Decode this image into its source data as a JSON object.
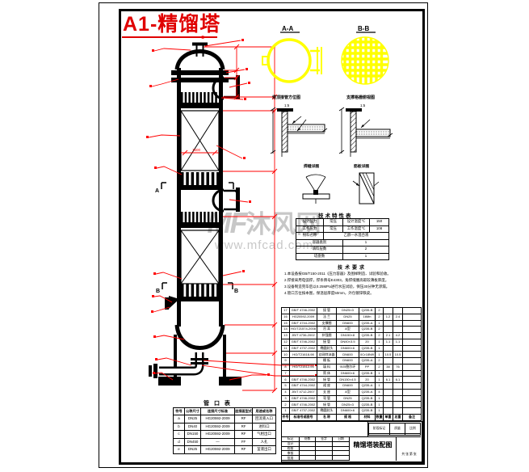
{
  "title": "A1-精馏塔",
  "watermark": {
    "logo": "MF",
    "brand": "沐风网",
    "url": "www.mfcad.com"
  },
  "sections": {
    "aa_label": "A-A",
    "bb_label": "B-B",
    "aa_caption": "塔顶接管方位图",
    "bb_caption": "支撑格栅俯视图",
    "aa_scale": "1:5",
    "bb_scale": "1:5",
    "weld_left_caption": "焊缝详图",
    "weld_right_caption": "筋板详图"
  },
  "markers": {
    "a": "A",
    "b": "B",
    "c": "C"
  },
  "dims": {
    "packing_dia": "1600"
  },
  "tech_table": {
    "title": "技术特性表",
    "widths": [
      34,
      24,
      33,
      24
    ],
    "rows": [
      [
        "设计压力",
        "常压",
        "设计温度℃",
        "150"
      ],
      [
        "工作压力",
        "常压",
        "工作温度℃",
        "108"
      ],
      [
        "物料名称",
        {
          "t": "乙醇—水混合液",
          "s": 3
        }
      ],
      [
        {
          "t": "容器类别",
          "s": 2
        },
        {
          "t": "1",
          "s": 2
        }
      ],
      [
        {
          "t": "填料层数",
          "s": 2
        },
        {
          "t": "2",
          "s": 2
        }
      ],
      [
        {
          "t": "塔盘数",
          "s": 2
        },
        {
          "t": "1",
          "s": 2
        }
      ]
    ]
  },
  "notes": {
    "title": "技术要求",
    "lines": [
      "1.本设备按GB/T150-2011《压力容器》及图样制造、试验和验收。",
      "2.焊接采用电弧焊，焊条牌号E4303，角焊缝腰高取较薄板厚度。",
      "3.设备制造完毕后以0.25MPa进行水压试验，保压30分钟无渗漏。",
      "4.管口方位按本图，保温层厚度50mm，外包镀锌铁皮。"
    ]
  },
  "bom": {
    "widths": [
      10,
      34,
      24,
      28,
      20,
      10,
      12,
      12,
      23
    ],
    "header": [
      "件号",
      "标准号或图号",
      "名 称",
      "规 格",
      "材料",
      "数量",
      "单重",
      "总重",
      "备注"
    ],
    "rows": [
      [
        "17",
        "GB/T 4746-2002",
        "接 管",
        "DN25×3",
        "Q235-B",
        "2",
        "",
        "",
        ""
      ],
      [
        "16",
        "HG20592-2009",
        "法 兰",
        "DN25",
        "16Mn",
        "2",
        "1.2",
        "2.4",
        ""
      ],
      [
        "15",
        "GB/T 4744-2002",
        "支撑圈",
        "DN600",
        "Q235-A",
        "1",
        "",
        "",
        ""
      ],
      [
        "14",
        "HG/T21574-2008",
        "吊 耳",
        "A型",
        "Q235-B",
        "2",
        "",
        "",
        ""
      ],
      [
        "13",
        "JB/T 4736-2002",
        "补强圈",
        "DN150×8",
        "Q235-B",
        "2",
        "2.1",
        "4.2",
        ""
      ],
      [
        "12",
        "GB/T 4746-2002",
        "接 管",
        "DN40×3.5",
        "20",
        "1",
        "1.1",
        "1.1",
        ""
      ],
      [
        "11",
        "GB/T 4737-2002",
        "椭圆封头",
        "DN600×6",
        "Q235-B",
        "1",
        "",
        "",
        ""
      ],
      [
        "10",
        "HG/T21618-98",
        "丝网除沫器",
        "DN600",
        "0Cr18Ni9",
        "1",
        "10.5",
        "10.5",
        ""
      ],
      [
        "9",
        "",
        "栅 板",
        "DN600",
        "Q235-A",
        "2",
        "",
        "",
        ""
      ],
      [
        "8",
        "HG/T21512-95",
        "填 料",
        "Φ25鲍尔环",
        "PP",
        "2",
        "38",
        "76",
        ""
      ],
      [
        "7",
        "",
        "筒 体",
        "DN600×6",
        "Q235-B",
        "1",
        "",
        "",
        ""
      ],
      [
        "6",
        "GB/T 4746-2002",
        "接 管",
        "DN150×4.5",
        "20",
        "1",
        "6.1",
        "6.1",
        ""
      ],
      [
        "5",
        "GB/T 4744-2002",
        "裙 座",
        "DN600",
        "Q235-A",
        "1",
        "",
        "",
        ""
      ],
      [
        "4",
        "JB/T 4712-2007",
        "支 座",
        "A型",
        "Q235-A",
        "4",
        "",
        "",
        ""
      ],
      [
        "3",
        "GB/T 4746-2002",
        "弯 管",
        "DN25",
        "Q235-B",
        "1",
        "",
        "",
        ""
      ],
      [
        "2",
        "GB/T 4746-2002",
        "接 管",
        "DN25×3",
        "Q235-B",
        "1",
        "",
        "",
        ""
      ],
      [
        "1",
        "GB/T 4737-2002",
        "椭圆封头",
        "DN600×6",
        "Q235-B",
        "1",
        "",
        "",
        ""
      ]
    ]
  },
  "nozzle_table": {
    "title": "管 口 表",
    "widths": [
      14,
      20,
      42,
      22,
      29
    ],
    "header": [
      "符号",
      "公称尺寸",
      "连接尺寸标准",
      "连接面型式",
      "用途或名称"
    ],
    "rows": [
      [
        "a",
        "DN25",
        "HG20592-2009",
        "RF",
        "回流液入口"
      ],
      [
        "b",
        "DN40",
        "HG20592-2009",
        "RF",
        "进料口"
      ],
      [
        "c",
        "DN150",
        "HG20592-2009",
        "RF",
        "气相出口"
      ],
      [
        "d",
        "DN450",
        "—",
        "FF",
        "人孔"
      ],
      [
        "e",
        "DN25",
        "HG20592-2009",
        "RF",
        "釜液出口"
      ]
    ]
  },
  "titleblock": {
    "name": "精馏塔装配图",
    "sheet": "共 张 第 张",
    "sign_grid": {
      "widths": [
        22,
        20,
        21,
        21
      ],
      "rows": [
        [
          "标记",
          "处数",
          "签字",
          "日期"
        ],
        [
          "设计",
          "",
          "",
          ""
        ],
        [
          "校核",
          "",
          "",
          ""
        ],
        [
          "审核",
          "",
          "",
          ""
        ],
        [
          "批准",
          "",
          "",
          ""
        ]
      ]
    },
    "stage_grid": {
      "widths": [
        26,
        19,
        19
      ],
      "rows": [
        [
          "阶段标记",
          "质量",
          "比例"
        ],
        [
          "",
          "",
          ""
        ]
      ]
    }
  }
}
